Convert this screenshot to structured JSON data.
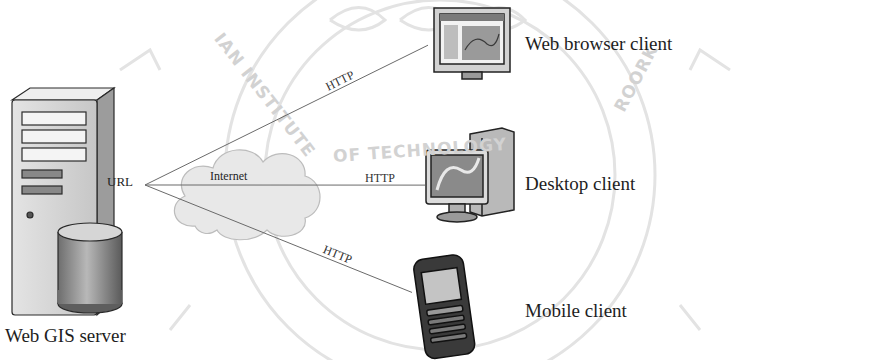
{
  "diagram": {
    "nodes": [
      {
        "text": [
          "URL",
          "Web GIS server"
        ]
      },
      {
        "text": [
          "Internet"
        ]
      },
      {
        "text": [
          "Web browser client"
        ]
      },
      {
        "text": [
          "Desktop client"
        ]
      },
      {
        "text": [
          "Mobile client"
        ]
      }
    ],
    "edges": [
      {
        "from": 0,
        "to": 2,
        "arrow": "none",
        "label": "HTTP"
      },
      {
        "from": 0,
        "to": 3,
        "arrow": "none",
        "label": "HTTP"
      },
      {
        "from": 0,
        "to": 4,
        "arrow": "none",
        "label": "HTTP"
      }
    ],
    "labels": [
      "IAN INSTITUTE",
      "OF TECHNOLOGY",
      "ROORK"
    ]
  }
}
